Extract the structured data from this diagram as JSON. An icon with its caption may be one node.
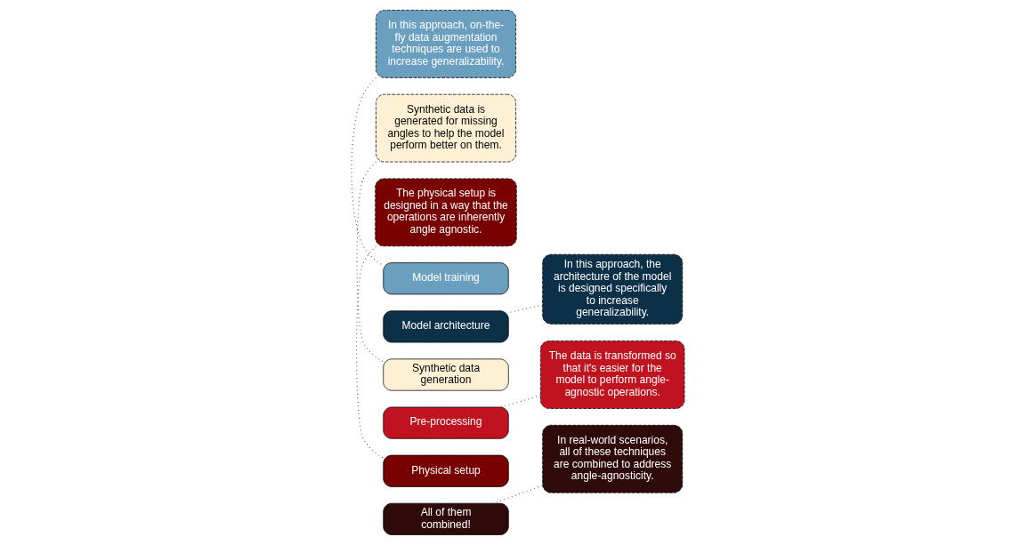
{
  "diagram": {
    "nodes": [
      {
        "text": [
          "In this approach, on-the-fly data augmentation techniques are used to increase generalizability."
        ]
      },
      {
        "text": [
          "Model training"
        ]
      },
      {
        "text": [
          "Model architecture"
        ]
      },
      {
        "text": [
          "In this approach, the architecture of the model is designed specifically to increase generalizability."
        ]
      },
      {
        "text": [
          "Synthetic data is generated for missing angles to help the model perform better on them."
        ]
      },
      {
        "text": [
          "Synthetic data generation"
        ]
      },
      {
        "text": [
          "Pre-processing"
        ]
      },
      {
        "text": [
          "The data is transformed so that it's easier for the model to perform angle-agnostic operations."
        ]
      },
      {
        "text": [
          "The physical setup is designed in a way that the operations are inherently angle agnostic."
        ]
      },
      {
        "text": [
          "Physical setup"
        ]
      },
      {
        "text": [
          "All of them combined!"
        ]
      },
      {
        "text": [
          "In real-world scenarios, all of these techniques are combined to address angle-agnosticity."
        ]
      }
    ],
    "edges": [
      {
        "from": 0,
        "to": 1,
        "arrow": "none",
        "style": "dashed"
      },
      {
        "from": 3,
        "to": 2,
        "arrow": "none",
        "style": "dashed"
      },
      {
        "from": 4,
        "to": 5,
        "arrow": "none",
        "style": "dashed"
      },
      {
        "from": 7,
        "to": 6,
        "arrow": "none",
        "style": "dashed"
      },
      {
        "from": 8,
        "to": 9,
        "arrow": "none",
        "style": "dashed"
      },
      {
        "from": 11,
        "to": 10,
        "arrow": "none",
        "style": "dashed"
      }
    ]
  }
}
